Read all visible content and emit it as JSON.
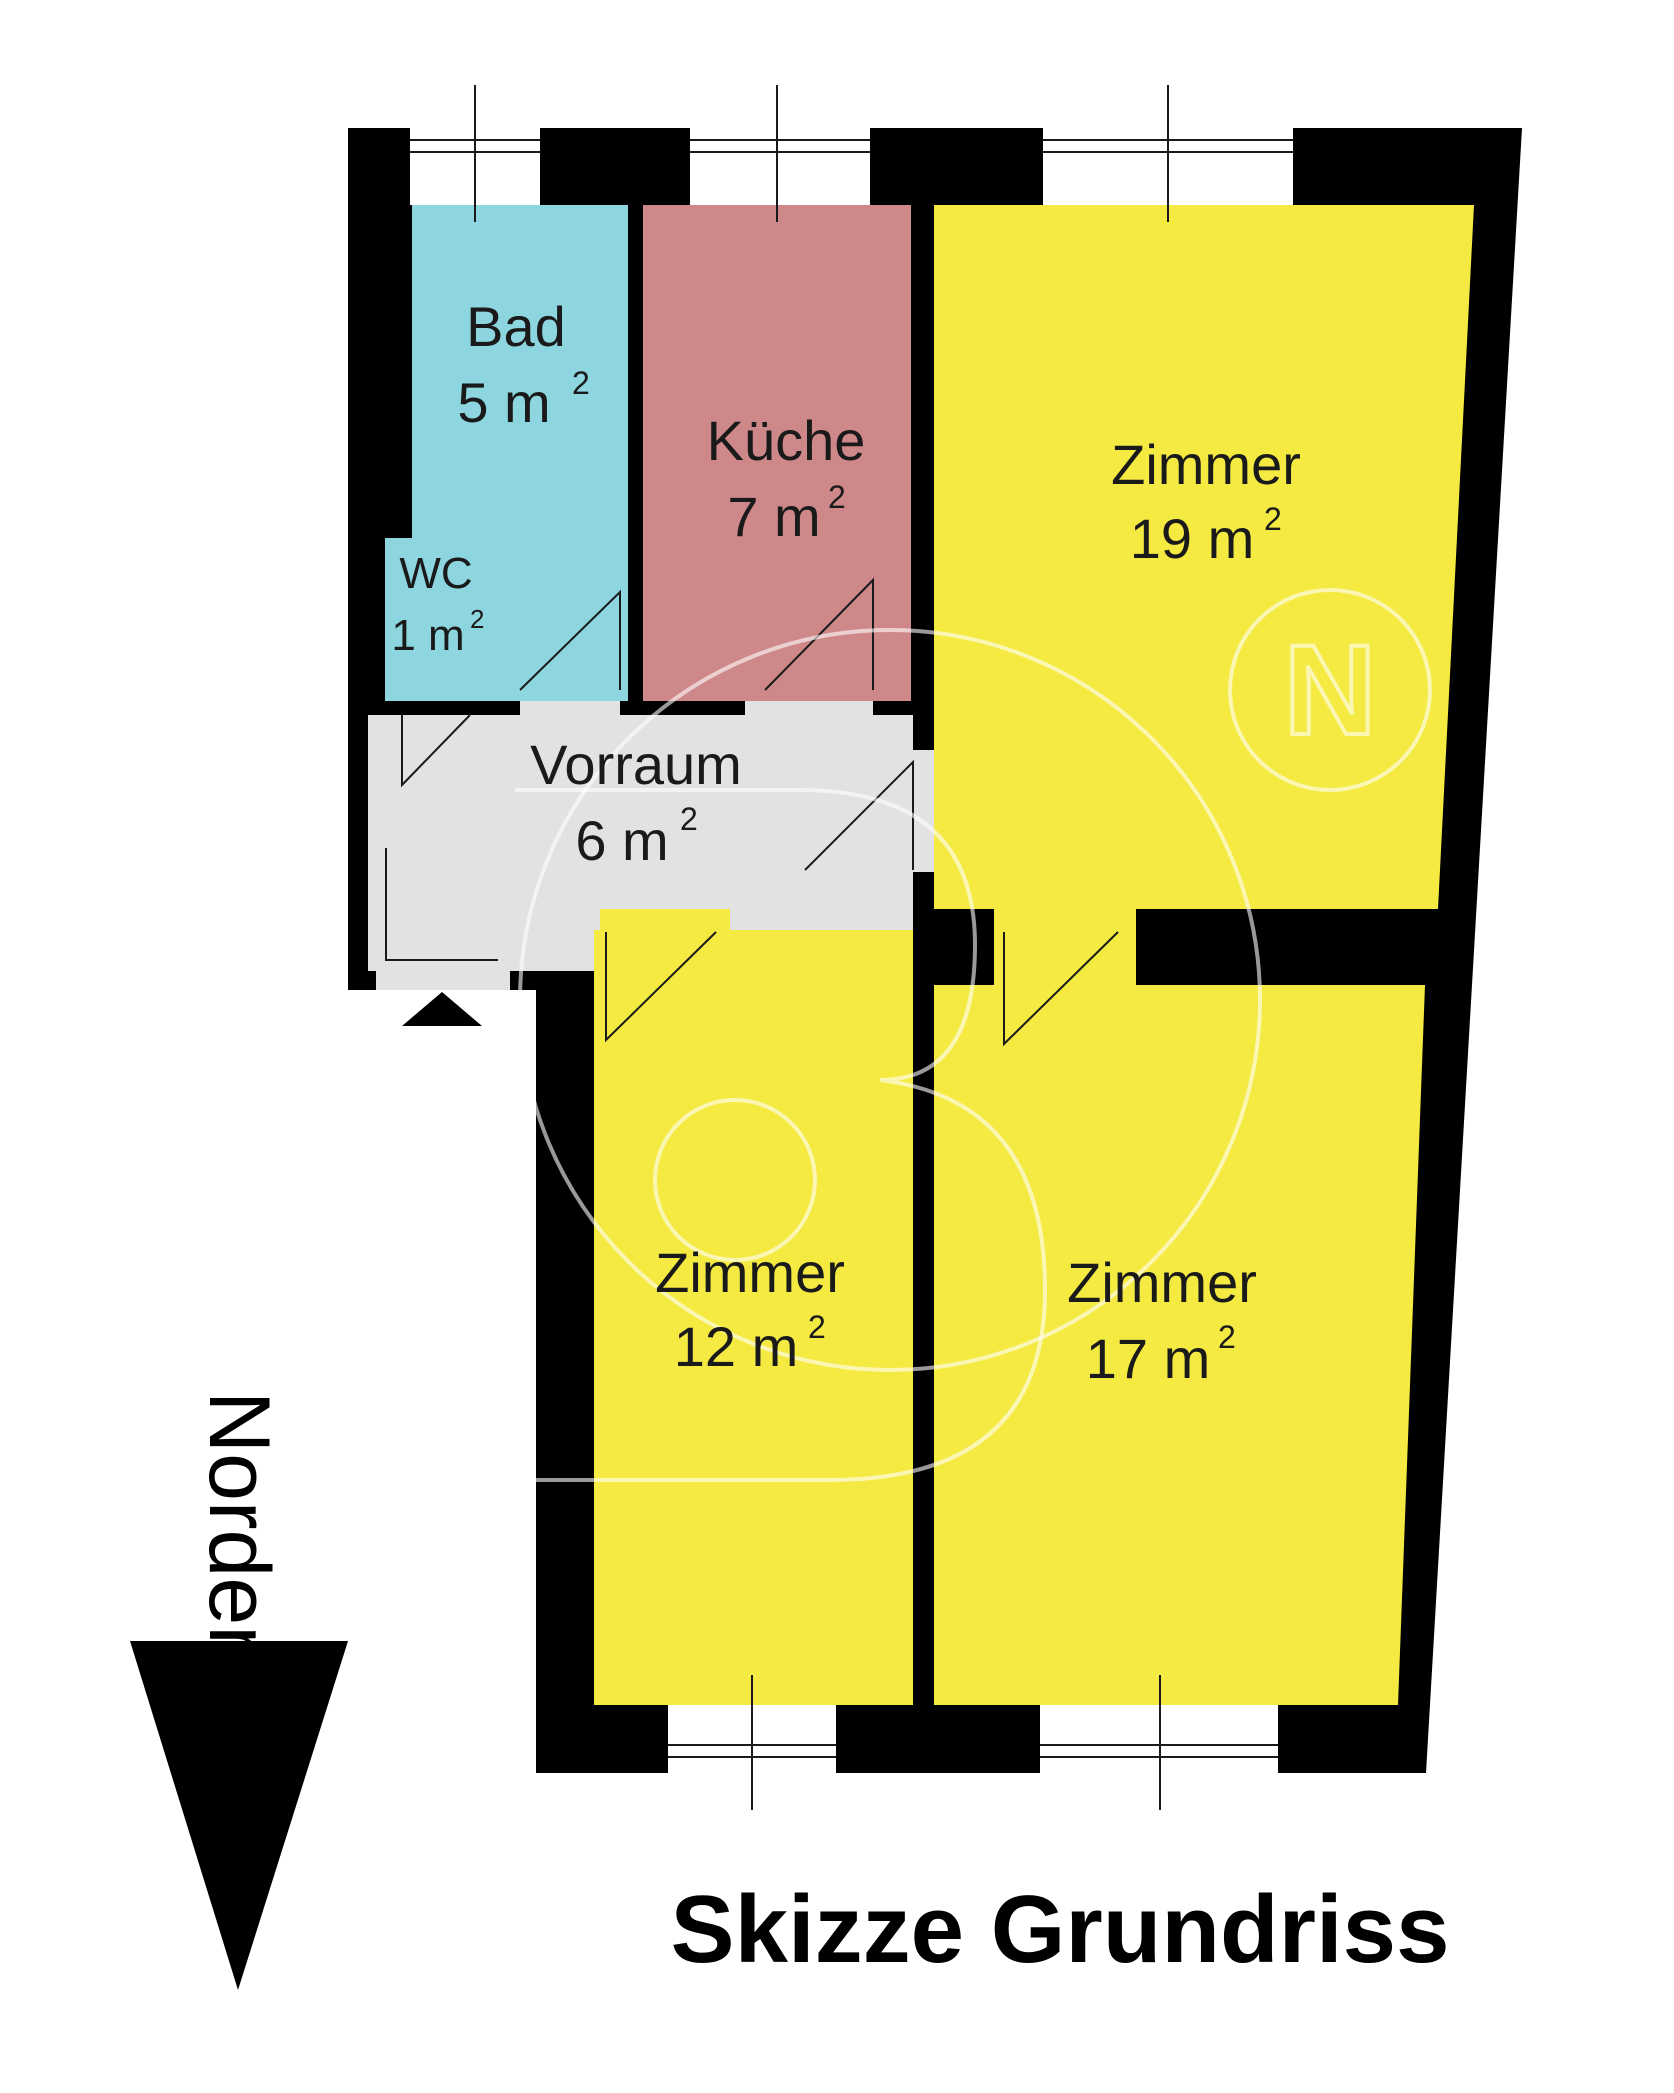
{
  "title": "Skizze Grundriss",
  "compass": {
    "label": "Norden",
    "icon": "north-arrow-icon"
  },
  "colors": {
    "wall": "#000000",
    "living": "#f4ea42",
    "kitchen": "#cf888a",
    "bath": "#8dd6e0",
    "hall": "#e2e2e2",
    "watermark": "#ffffff"
  },
  "watermark": {
    "letter": "N"
  },
  "rooms": {
    "bad": {
      "name": "Bad",
      "area": "5 m",
      "sup": "2"
    },
    "kueche": {
      "name": "Küche",
      "area": "7 m",
      "sup": "2"
    },
    "zimmer_19": {
      "name": "Zimmer",
      "area": "19 m",
      "sup": "2"
    },
    "wc": {
      "name": "WC",
      "area": "1 m",
      "sup": "2"
    },
    "vorraum": {
      "name": "Vorraum",
      "area": "6 m",
      "sup": "2"
    },
    "zimmer_12": {
      "name": "Zimmer",
      "area": "12 m",
      "sup": "2"
    },
    "zimmer_17": {
      "name": "Zimmer",
      "area": "17 m",
      "sup": "2"
    }
  }
}
